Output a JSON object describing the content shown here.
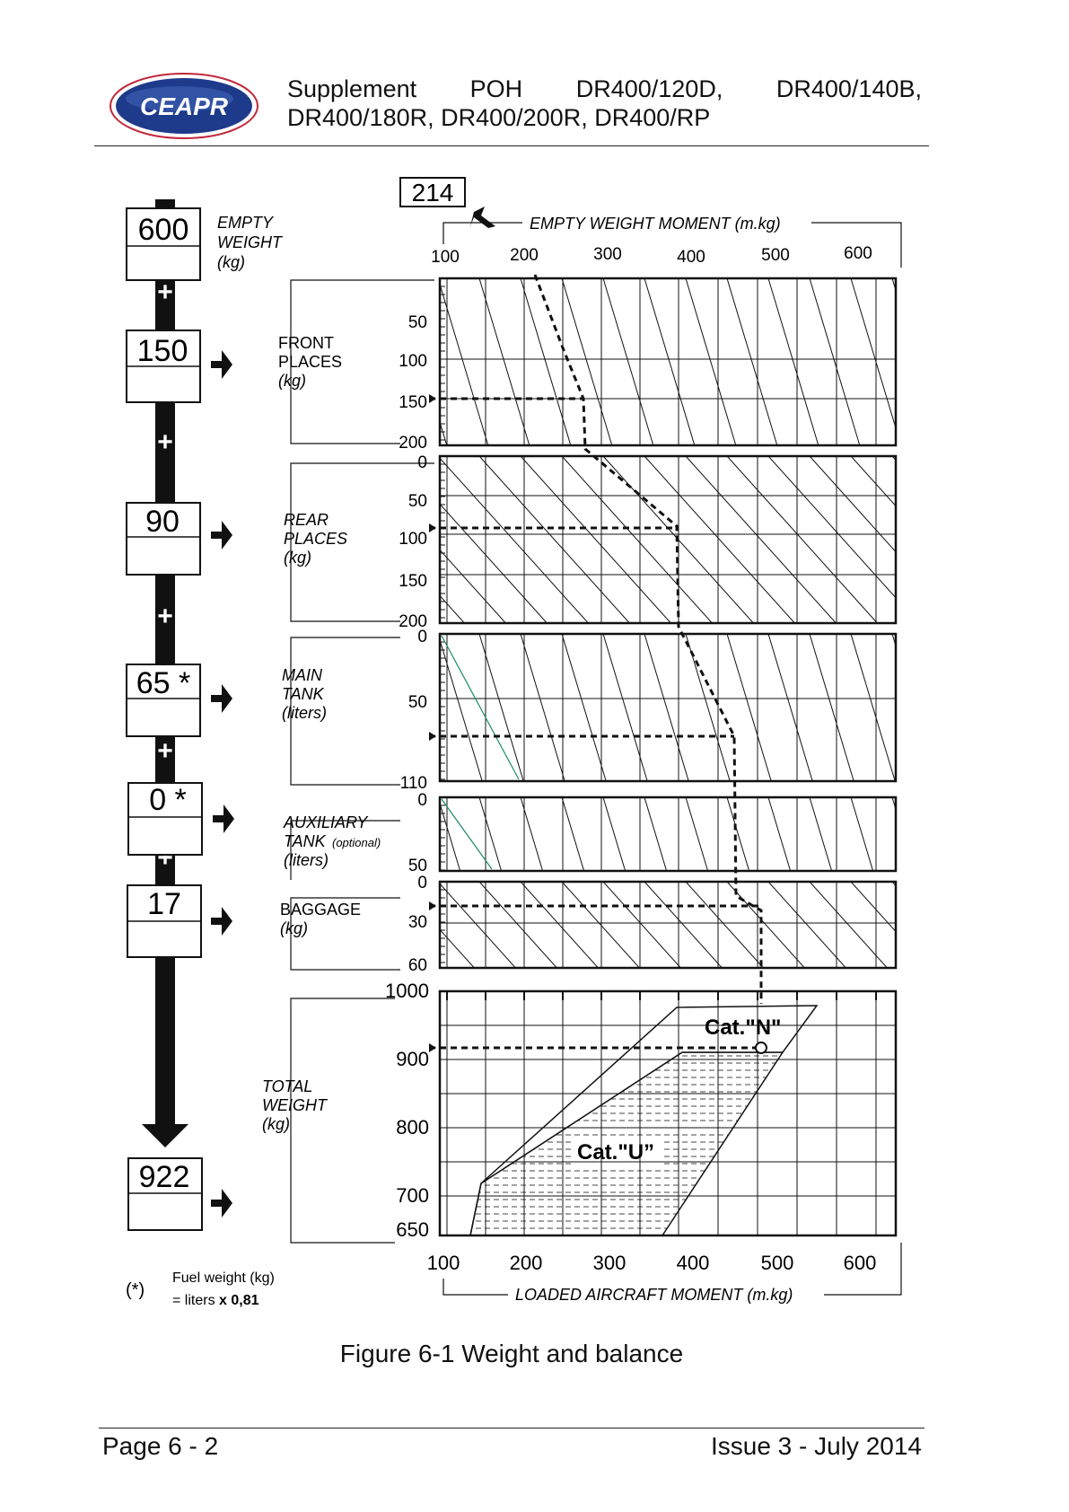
{
  "header": {
    "logo_text": "CEAPR",
    "line1_words": [
      "Supplement",
      "POH",
      "DR400/120D,",
      "DR400/140B,"
    ],
    "line2": "DR400/180R, DR400/200R, DR400/RP"
  },
  "chart": {
    "empty_moment_value": "214",
    "top_axis_title": "EMPTY WEIGHT MOMENT (m.kg)",
    "top_ticks": [
      "100",
      "200",
      "300",
      "400",
      "500",
      "600"
    ],
    "bottom_ticks": [
      "100",
      "200",
      "300",
      "400",
      "500",
      "600"
    ],
    "bottom_axis_title": "LOADED AIRCRAFT MOMENT (m.kg)",
    "inputs": [
      {
        "value": "600",
        "label": [
          "EMPTY",
          "WEIGHT",
          "(kg)"
        ]
      },
      {
        "value": "150",
        "label": [
          "FRONT",
          "PLACES",
          "(kg)"
        ]
      },
      {
        "value": "90",
        "label": [
          "REAR",
          "PLACES",
          "(kg)"
        ]
      },
      {
        "value": "65 *",
        "label": [
          "MAIN",
          "TANK",
          "(liters)"
        ]
      },
      {
        "value": "0  *",
        "label": [
          "AUXILIARY",
          "TANK",
          "(liters)"
        ],
        "label_suffix": "(optional)"
      },
      {
        "value": "17",
        "label": [
          "BAGGAGE",
          "(kg)"
        ]
      },
      {
        "value": "922",
        "label": [
          "TOTAL",
          "WEIGHT",
          "(kg)"
        ]
      }
    ],
    "plus_sign": "+",
    "front_ticks": [
      "50",
      "100",
      "150",
      "200"
    ],
    "rear_ticks": [
      "0",
      "50",
      "100",
      "150",
      "200"
    ],
    "main_tank_ticks": [
      "0",
      "50",
      "110"
    ],
    "aux_tank_ticks": [
      "0",
      "50"
    ],
    "baggage_ticks": [
      "0",
      "30",
      "60"
    ],
    "total_ticks": [
      "1000",
      "900",
      "800",
      "700",
      "650"
    ],
    "cat_n_label": "Cat.\"N\"",
    "cat_u_label": "Cat.\"U”",
    "note_mark": "(*)",
    "note_line1": "Fuel weight (kg)",
    "note_line2_prefix": "=  liters ",
    "note_line2_bold": "x 0,81"
  },
  "caption": "Figure 6-1 Weight and balance",
  "footer": {
    "page": "Page 6 - 2",
    "issue": "Issue 3 -  July 2014"
  }
}
